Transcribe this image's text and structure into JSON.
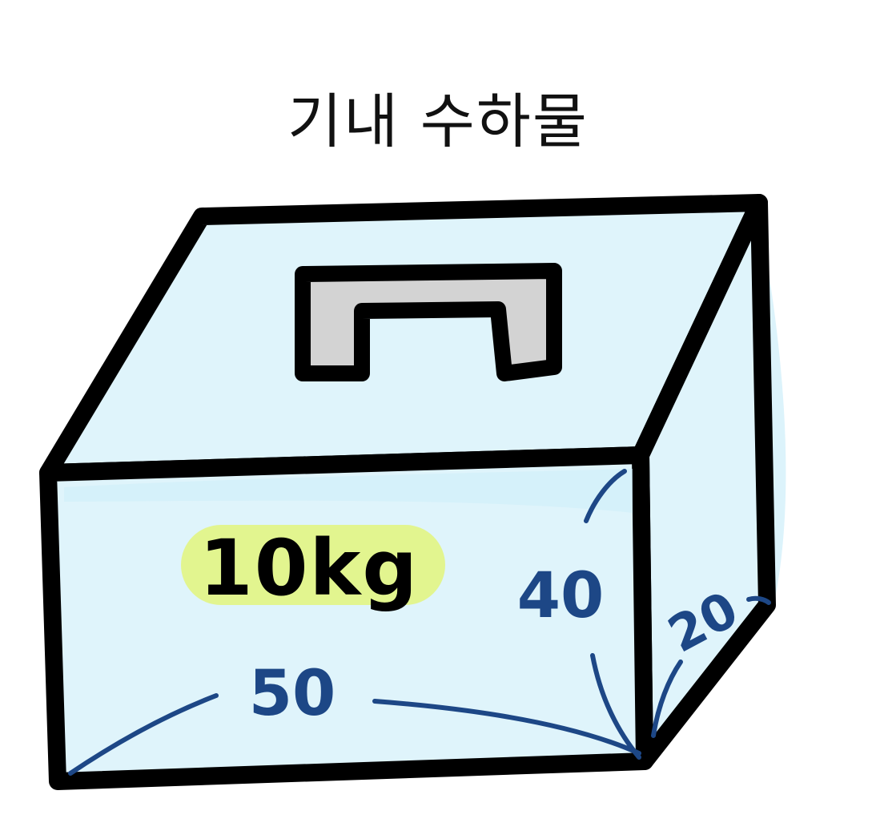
{
  "title": "기내 수하물",
  "weight_label": "10kg",
  "dimensions": {
    "width": "50",
    "height": "40",
    "depth": "20"
  },
  "colors": {
    "box_fill": "#dff4fb",
    "outline": "#000000",
    "handle_fill": "#d3d3d3",
    "highlight": "#e2f58f",
    "dimension_ink": "#1d4786",
    "title_ink": "#111111"
  },
  "icons": {
    "box": "carry-on-box-icon",
    "handle": "handle-icon"
  }
}
